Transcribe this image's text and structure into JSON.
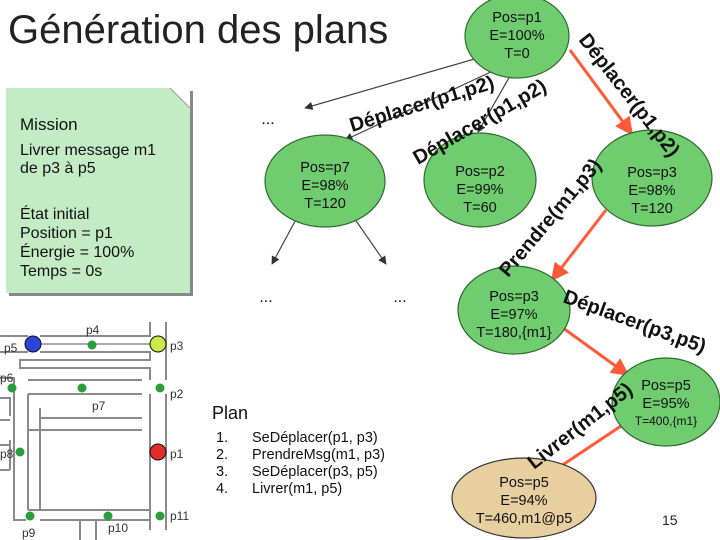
{
  "title": "Génération des plans",
  "mission": {
    "heading": "Mission",
    "task_line1": "Livrer message m1",
    "task_line2": " de p3 à p5",
    "initial_heading": "État initial",
    "initial_position": "Position = p1",
    "initial_energy": "Énergie = 100%",
    "initial_time": "Temps = 0s"
  },
  "nodes": {
    "root": [
      "Pos=p1",
      "E=100%",
      "T=0"
    ],
    "p7": [
      "Pos=p7",
      "E=98%",
      "T=120"
    ],
    "p2": [
      "Pos=p2",
      "E=99%",
      "T=60"
    ],
    "p3": [
      "Pos=p3",
      "E=98%",
      "T=120"
    ],
    "p3m1": [
      "Pos=p3",
      "E=97%",
      "T=180,{m1}"
    ],
    "p5": [
      "Pos=p5",
      "E=95%",
      "T=400,{m1}"
    ],
    "p5final": [
      "Pos=p5",
      "E=94%",
      "T=460,m1@p5"
    ]
  },
  "ellipsis": "...",
  "edges": {
    "e1": "Déplacer(p1,p2)",
    "e2": "Déplacer(p1,p2)",
    "e3": "Déplacer(p1,p2)",
    "e4": "Prendre(m1,p3)",
    "e5": "Déplacer(p3,p5)",
    "e6": "Livrer(m1,p5)"
  },
  "map_labels": {
    "p1": "p1",
    "p2": "p2",
    "p3": "p3",
    "p4": "p4",
    "p5": "p5",
    "p6": "p6",
    "p7": "p7",
    "p8": "p8",
    "p9": "p9",
    "p10": "p10",
    "p11": "p11"
  },
  "plan": {
    "title": "Plan",
    "steps": [
      {
        "num": "1.",
        "text": "SeDéplacer(p1, p3)"
      },
      {
        "num": "2.",
        "text": "PrendreMsg(m1, p3)"
      },
      {
        "num": "3.",
        "text": "SeDéplacer(p3, p5)"
      },
      {
        "num": "4.",
        "text": "Livrer(m1, p5)"
      }
    ]
  },
  "page_number": "15",
  "colors": {
    "node_green": "#6fcd6f",
    "node_tan": "#e8cfa0",
    "mission_bg": "#c4ecc4",
    "plan_arrow": "#ff5a3a",
    "map_green": "#2a9d3c",
    "map_blue": "#2d44d8",
    "map_red": "#e02c2c",
    "map_yellow": "#c9e84a"
  }
}
